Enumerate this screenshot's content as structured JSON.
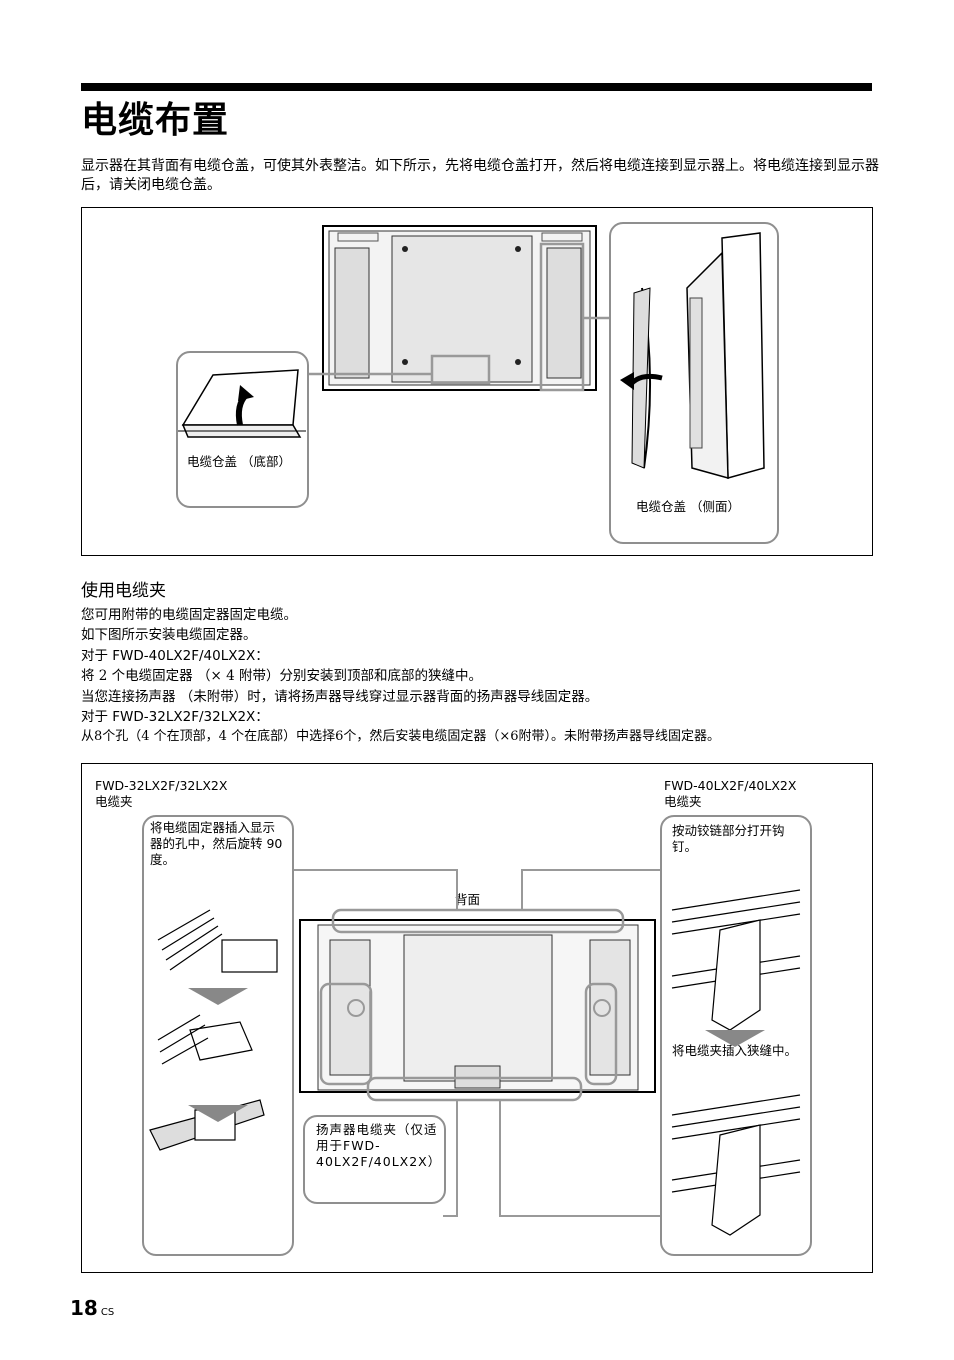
{
  "page": {
    "title": "电缆布置",
    "intro": "显示器在其背面有电缆仓盖，可使其外表整洁。如下所示，先将电缆仓盖打开，然后将电缆连接到显示器上。将电缆连接到显示器后，请关闭电缆仓盖。",
    "page_number": "18",
    "page_suffix": "CS"
  },
  "figure1": {
    "label_bottom": "电缆仓盖 （底部）",
    "label_side": "电缆仓盖 （侧面）"
  },
  "section": {
    "heading": "使用电缆夹",
    "lines": [
      "您可用附带的电缆固定器固定电缆。",
      "如下图所示安装电缆固定器。",
      "对于 FWD-40LX2F/40LX2X：",
      "将 2 个电缆固定器 （× 4 附带）分别安装到顶部和底部的狭缝中。",
      "当您连接扬声器 （未附带）时，请将扬声器导线穿过显示器背面的扬声器导线固定器。",
      "对于 FWD-32LX2F/32LX2X：",
      "从8个孔（4 个在顶部，4 个在底部）中选择6个，然后安装电缆固定器（×6附带）。未附带扬声器导线固定器。"
    ]
  },
  "figure2": {
    "left_model": "FWD-32LX2F/32LX2X",
    "left_clip": "电缆夹",
    "right_model": "FWD-40LX2F/40LX2X",
    "right_clip": "电缆夹",
    "left_instruction": "将电缆固定器插入显示器的孔中，然后旋转 90 度。",
    "right_instruction": "按动铰链部分打开钩钉。",
    "right_instruction2": "将电缆夹插入狭缝中。",
    "back_label": "背面",
    "speaker_label": "扬声器电缆夹（仅适用于FWD-40LX2F/40LX2X）"
  }
}
